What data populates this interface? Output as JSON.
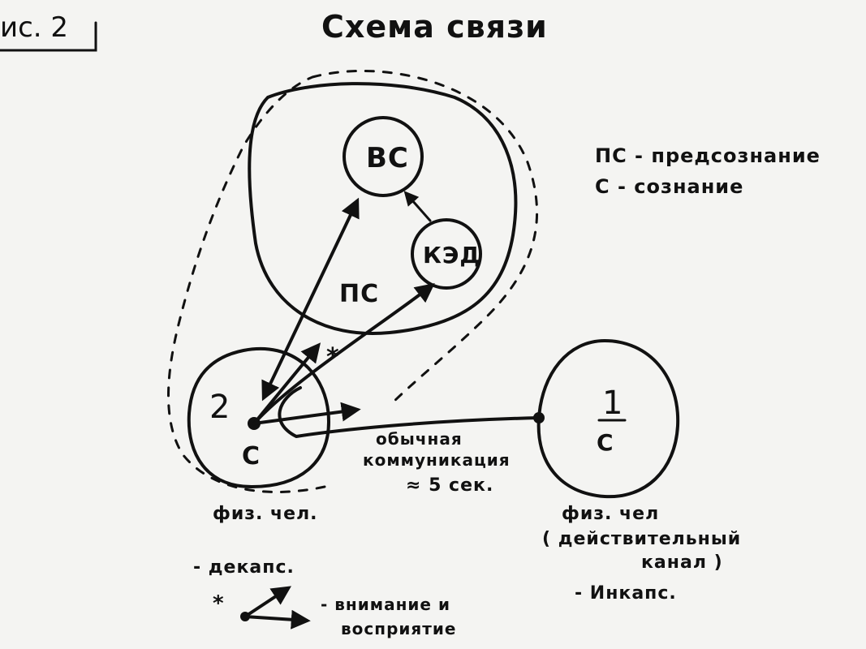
{
  "figure": {
    "label": "ис. 2",
    "title": "Схема связи"
  },
  "nodes": {
    "vs": "ВС",
    "kad": "КЭД",
    "ps": "ПС",
    "person2_num": "2",
    "person2_c": "С",
    "person1_num": "1",
    "person1_c": "С"
  },
  "legend_top": {
    "line1": "ПС - предсознание",
    "line2": "С - сознание"
  },
  "edge_label": {
    "line1": "обычная",
    "line2": "коммуникация",
    "line3": "≈ 5 сек."
  },
  "asterisk": "*",
  "captions": {
    "person2": "физ. чел.",
    "person1_l1": "физ. чел",
    "person1_l2": "( действительный",
    "person1_l3": "канал )",
    "inkaps": "- Инкапс."
  },
  "legend_bottom": {
    "dekaps": "- декапс.",
    "asterisk": "*",
    "attention_l1": "- внимание и",
    "attention_l2": "восприятие"
  }
}
